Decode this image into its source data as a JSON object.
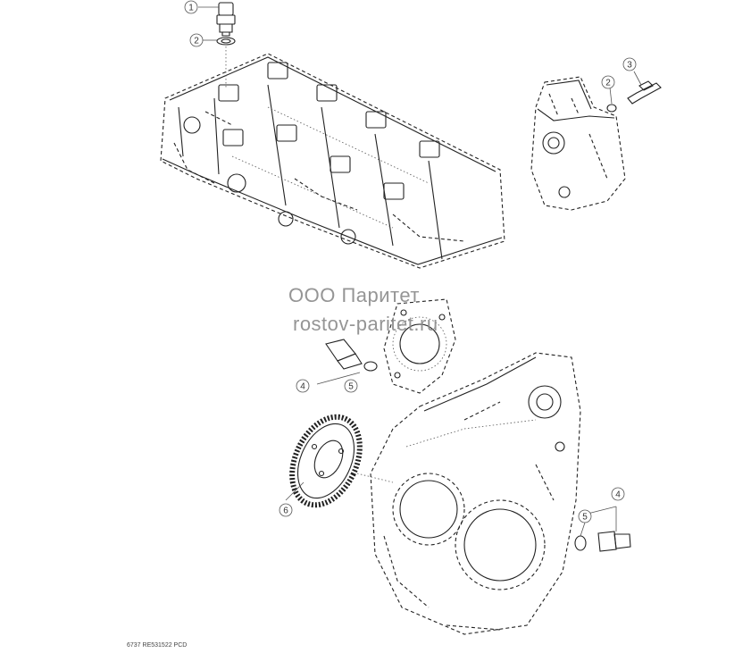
{
  "diagram": {
    "watermark_line1": "ООО Паритет",
    "watermark_line2": "rostov-paritet.ru",
    "doc_ref": "6737  RE531522  PCD",
    "callouts": [
      {
        "id": "c1",
        "label": "1"
      },
      {
        "id": "c2a",
        "label": "2"
      },
      {
        "id": "c2b",
        "label": "2"
      },
      {
        "id": "c3",
        "label": "3"
      },
      {
        "id": "c4a",
        "label": "4"
      },
      {
        "id": "c5a",
        "label": "5"
      },
      {
        "id": "c6",
        "label": "6"
      },
      {
        "id": "c4b",
        "label": "4"
      },
      {
        "id": "c5b",
        "label": "5"
      }
    ]
  }
}
